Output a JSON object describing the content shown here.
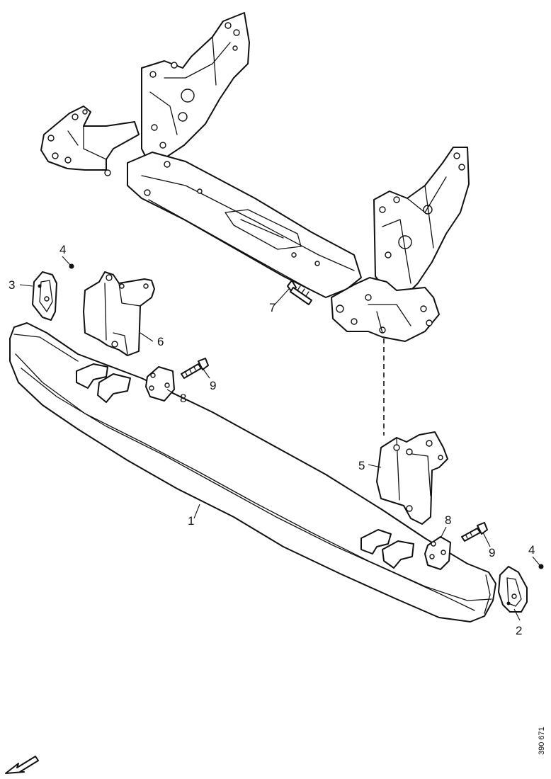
{
  "diagram": {
    "callouts": [
      {
        "id": "c1",
        "label": "1"
      },
      {
        "id": "c2",
        "label": "2"
      },
      {
        "id": "c3",
        "label": "3"
      },
      {
        "id": "c4a",
        "label": "4"
      },
      {
        "id": "c4b",
        "label": "4"
      },
      {
        "id": "c5",
        "label": "5"
      },
      {
        "id": "c6",
        "label": "6"
      },
      {
        "id": "c7",
        "label": "7"
      },
      {
        "id": "c8a",
        "label": "8"
      },
      {
        "id": "c8b",
        "label": "8"
      },
      {
        "id": "c9a",
        "label": "9"
      },
      {
        "id": "c9b",
        "label": "9"
      }
    ],
    "reference_code": "390 671",
    "direction_icon": "front-direction-arrow-icon",
    "line_color": "#111111",
    "background": "#ffffff"
  }
}
